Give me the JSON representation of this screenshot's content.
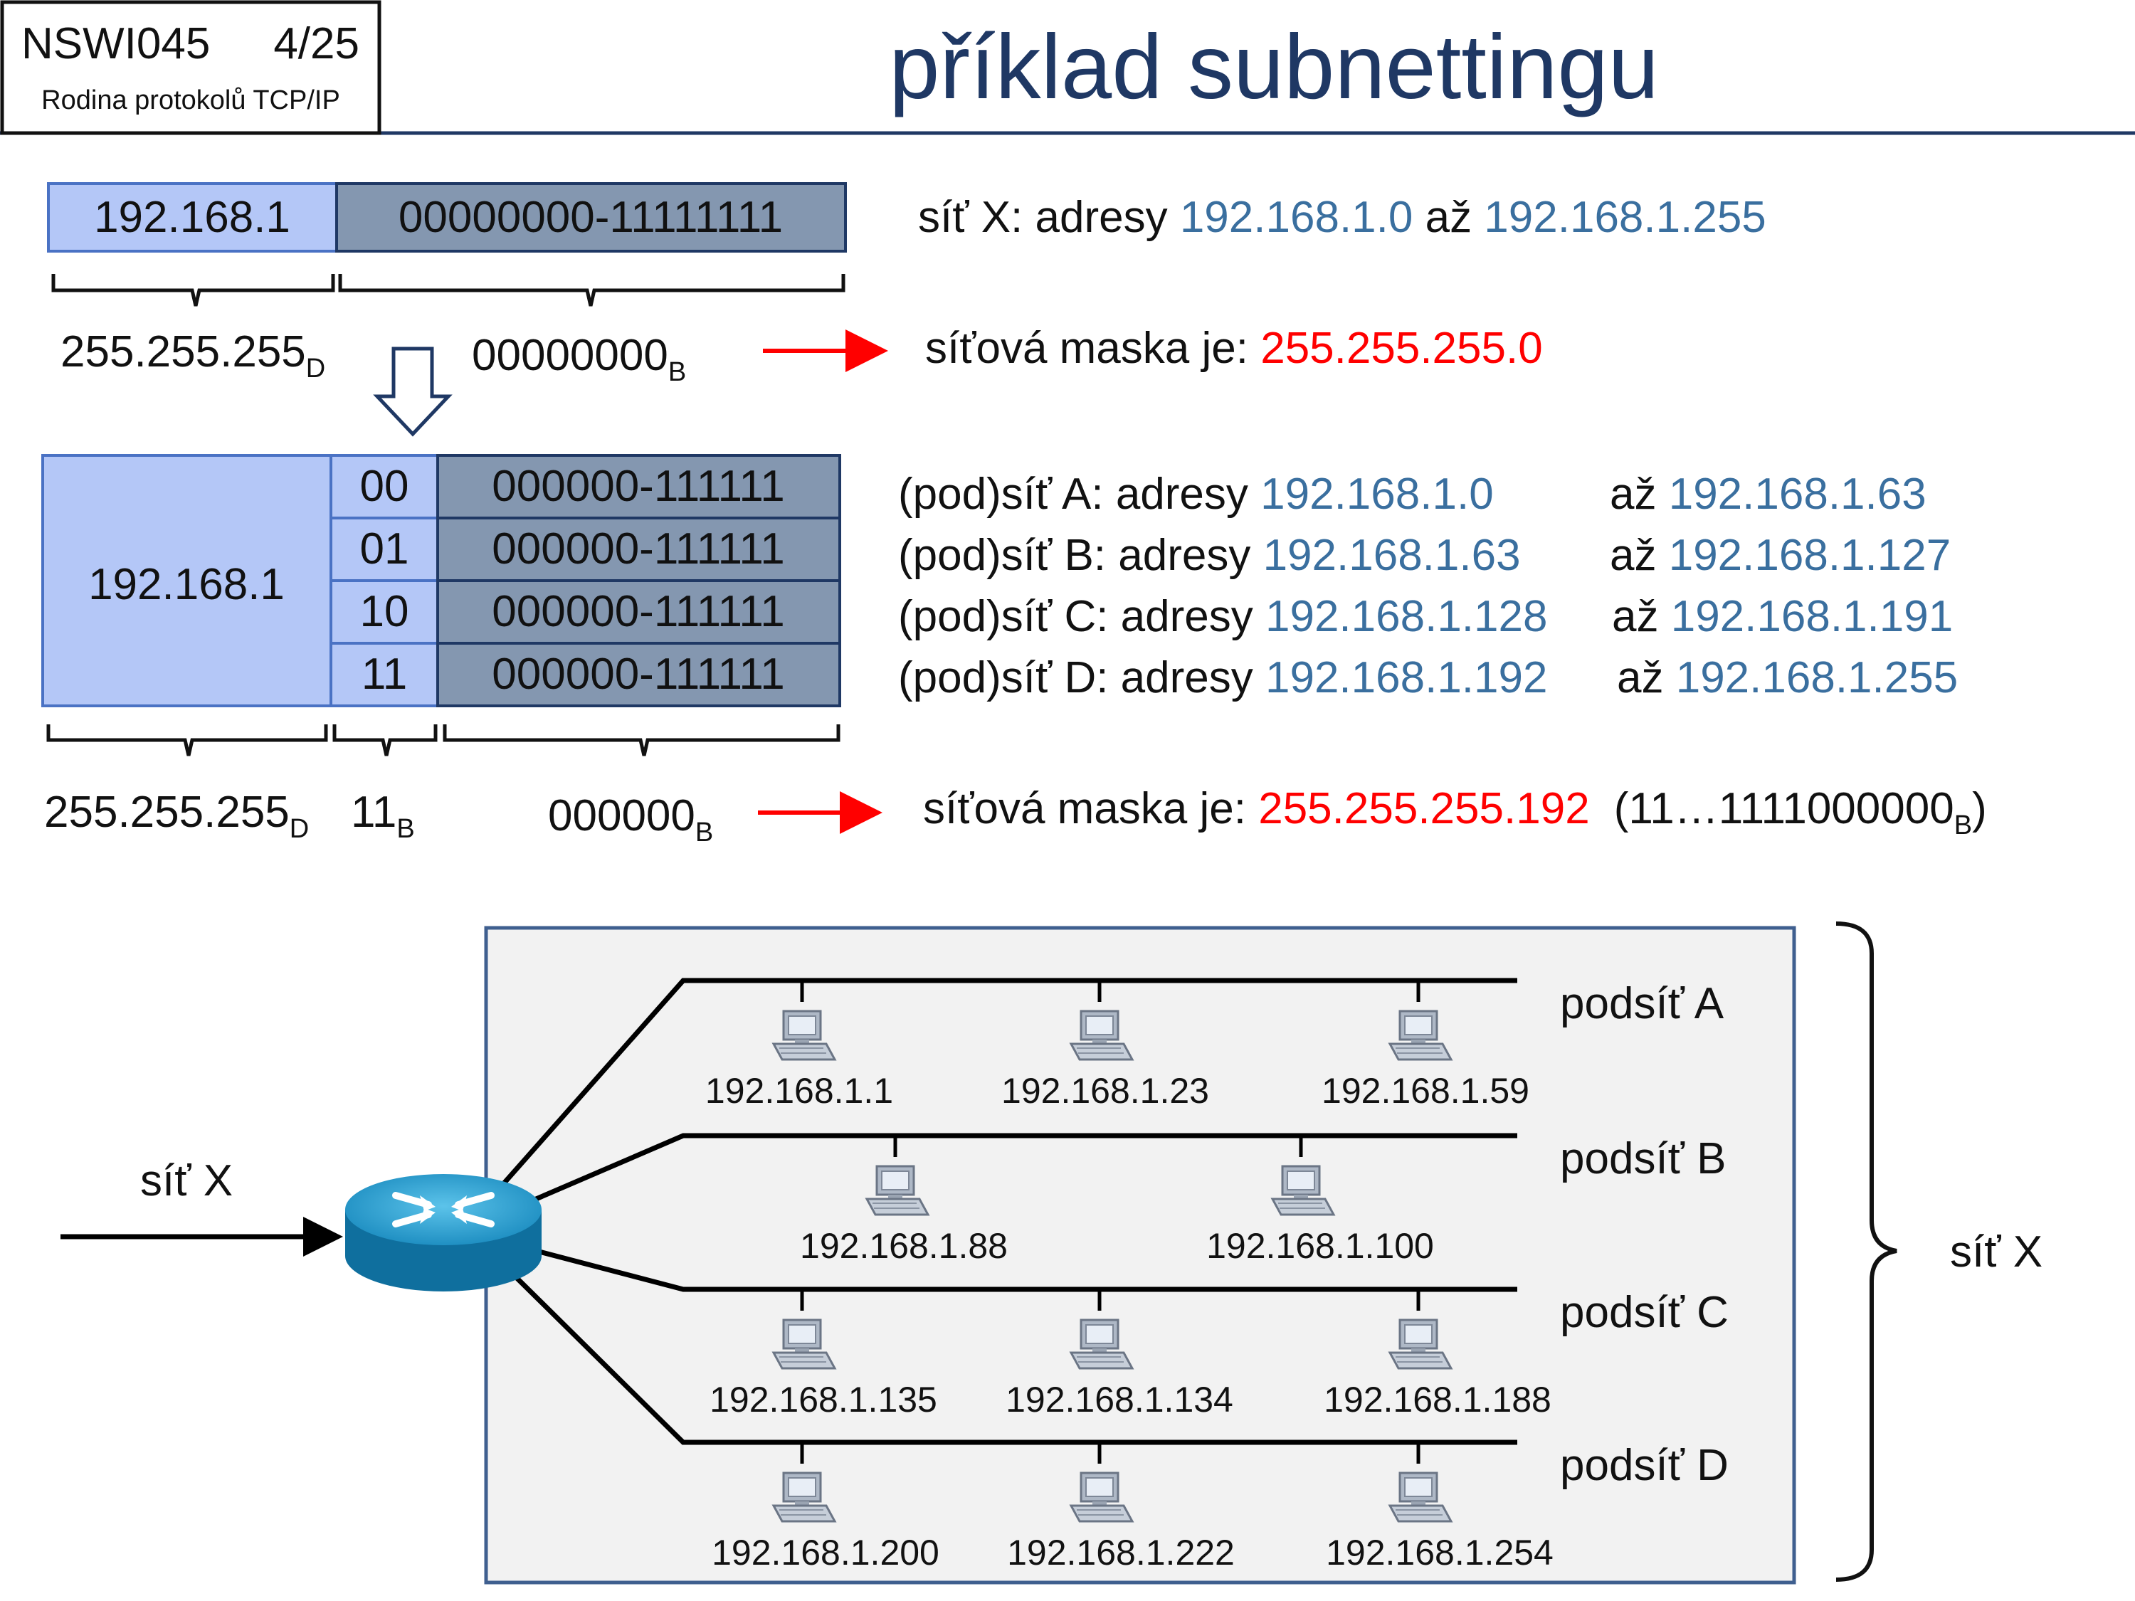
{
  "header": {
    "course": "NSWI045",
    "page": "4/25",
    "subtitle": "Rodina protokolů TCP/IP",
    "title": "příklad subnettingu"
  },
  "colors": {
    "prefix_fill": "#b4c7f7",
    "host_fill": "#8497b0",
    "border_blue": "#4a72c4",
    "mask_red": "#ff0000",
    "address_blue": "#3a6f9f",
    "title_navy": "#1f3864",
    "panel_fill": "#f2f2f2",
    "router_teal": "#1a8bbf"
  },
  "part1": {
    "prefix": "192.168.1",
    "host_range": "00000000-11111111",
    "label_net": "síť X: adresy ",
    "addr_from": "192.168.1.0",
    "addr_sep": " až ",
    "addr_to": "192.168.1.255",
    "mask_prefix": "255.255.255",
    "mask_prefix_sub": "D",
    "mask_host": "00000000",
    "mask_host_sub": "B",
    "mask_label": "síťová maska je: ",
    "mask_value": "255.255.255.0"
  },
  "part2": {
    "prefix": "192.168.1",
    "rows": [
      {
        "bits": "00",
        "range": "000000-111111"
      },
      {
        "bits": "01",
        "range": "000000-111111"
      },
      {
        "bits": "10",
        "range": "000000-111111"
      },
      {
        "bits": "11",
        "range": "000000-111111"
      }
    ],
    "subnets": [
      {
        "label": "(pod)síť A: adresy ",
        "from": "192.168.1.0",
        "sep": "až ",
        "to": "192.168.1.63"
      },
      {
        "label": "(pod)síť B: adresy ",
        "from": "192.168.1.63",
        "sep": "až ",
        "to": "192.168.1.127"
      },
      {
        "label": "(pod)síť C: adresy ",
        "from": "192.168.1.128",
        "sep": "až ",
        "to": "192.168.1.191"
      },
      {
        "label": "(pod)síť D: adresy ",
        "from": "192.168.1.192",
        "sep": "až ",
        "to": "192.168.1.255"
      }
    ],
    "mask_prefix": "255.255.255",
    "mask_prefix_sub": "D",
    "mask_subnet": "11",
    "mask_subnet_sub": "B",
    "mask_host": "000000",
    "mask_host_sub": "B",
    "mask_label": "síťová maska je: ",
    "mask_value": "255.255.255.192",
    "binary_open": "(11…1111000000",
    "binary_sub": "B",
    "binary_close": ")"
  },
  "diagram": {
    "input_label": "síť X",
    "total_label": "síť X",
    "subnets": [
      {
        "name": "podsíť A",
        "hosts": [
          "192.168.1.1",
          "192.168.1.23",
          "192.168.1.59"
        ]
      },
      {
        "name": "podsíť B",
        "hosts": [
          "192.168.1.88",
          "192.168.1.100"
        ]
      },
      {
        "name": "podsíť C",
        "hosts": [
          "192.168.1.135",
          "192.168.1.134",
          "192.168.1.188"
        ]
      },
      {
        "name": "podsíť D",
        "hosts": [
          "192.168.1.200",
          "192.168.1.222",
          "192.168.1.254"
        ]
      }
    ]
  }
}
